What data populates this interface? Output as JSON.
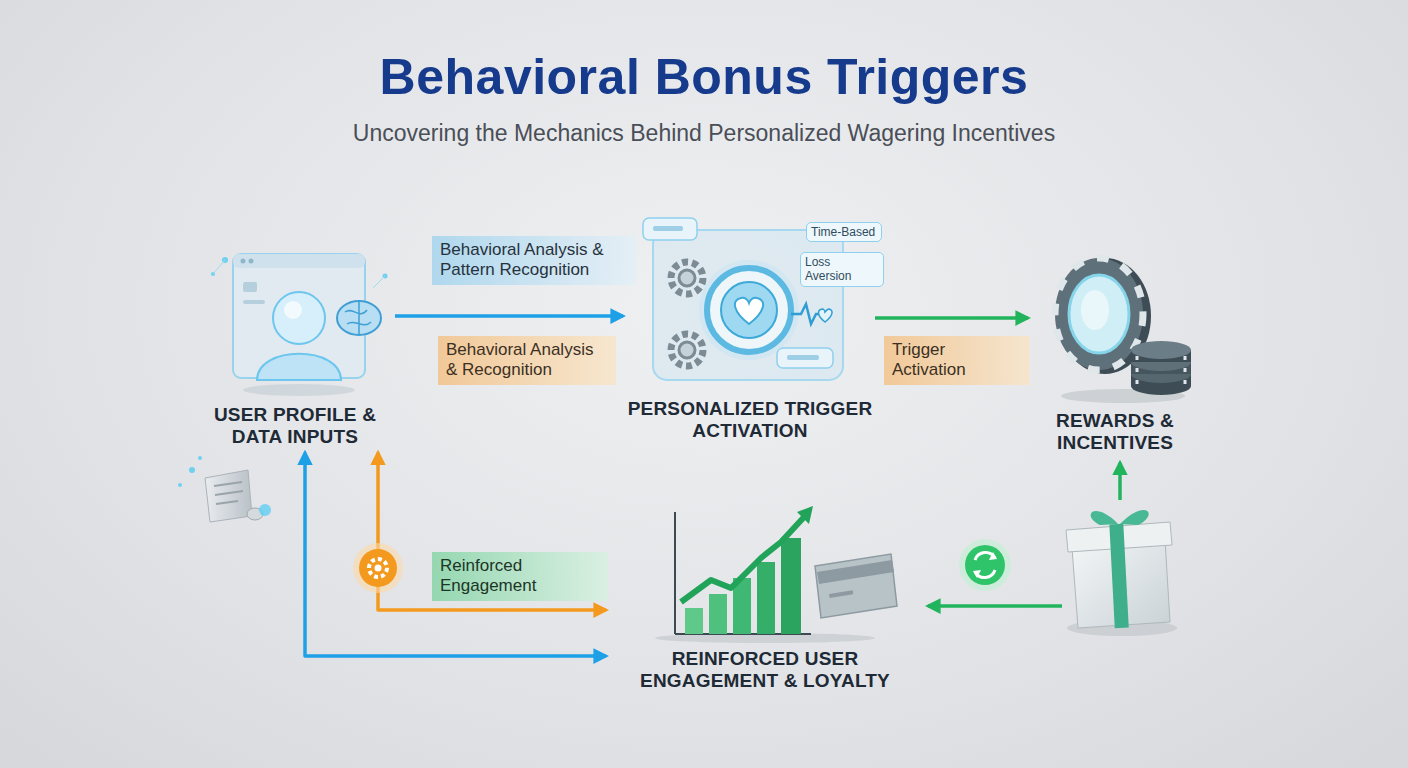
{
  "diagram": {
    "title": "Behavioral Bonus Triggers",
    "nodes": [
      {
        "text": [
          "USER PROFILE & DATA INPUTS"
        ]
      },
      {
        "text": [
          "PERSONALIZED TRIGGER ACTIVATION"
        ]
      },
      {
        "text": [
          "REWARDS & INCENTIVES"
        ]
      },
      {
        "text": [
          "REINFORCED USER ENGAGEMENT & LOYALTY"
        ]
      }
    ],
    "edges": [
      {
        "from": 0,
        "to": 1,
        "label": "Behavioral Analysis & Pattern Recognition",
        "arrow": "to"
      },
      {
        "from": 1,
        "to": 2,
        "label": "Trigger Activation",
        "arrow": "to"
      },
      {
        "from": 0,
        "to": 3,
        "arrow": "both"
      },
      {
        "from": 0,
        "to": 3,
        "label": "Reinforced Engagement",
        "arrow": "both"
      }
    ],
    "labels": [
      "Uncovering the Mechanics Behind Personalized Wagering Incentives",
      "Behavioral Analysis & Recognition",
      "Time-Based",
      "Loss Aversion"
    ]
  }
}
